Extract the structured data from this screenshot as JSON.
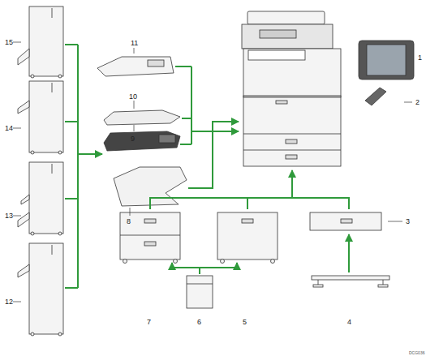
{
  "diagram": {
    "labels": [
      "1",
      "2",
      "3",
      "4",
      "5",
      "6",
      "7",
      "8",
      "9",
      "10",
      "11",
      "12",
      "13",
      "14",
      "15",
      "DCG036"
    ]
  }
}
